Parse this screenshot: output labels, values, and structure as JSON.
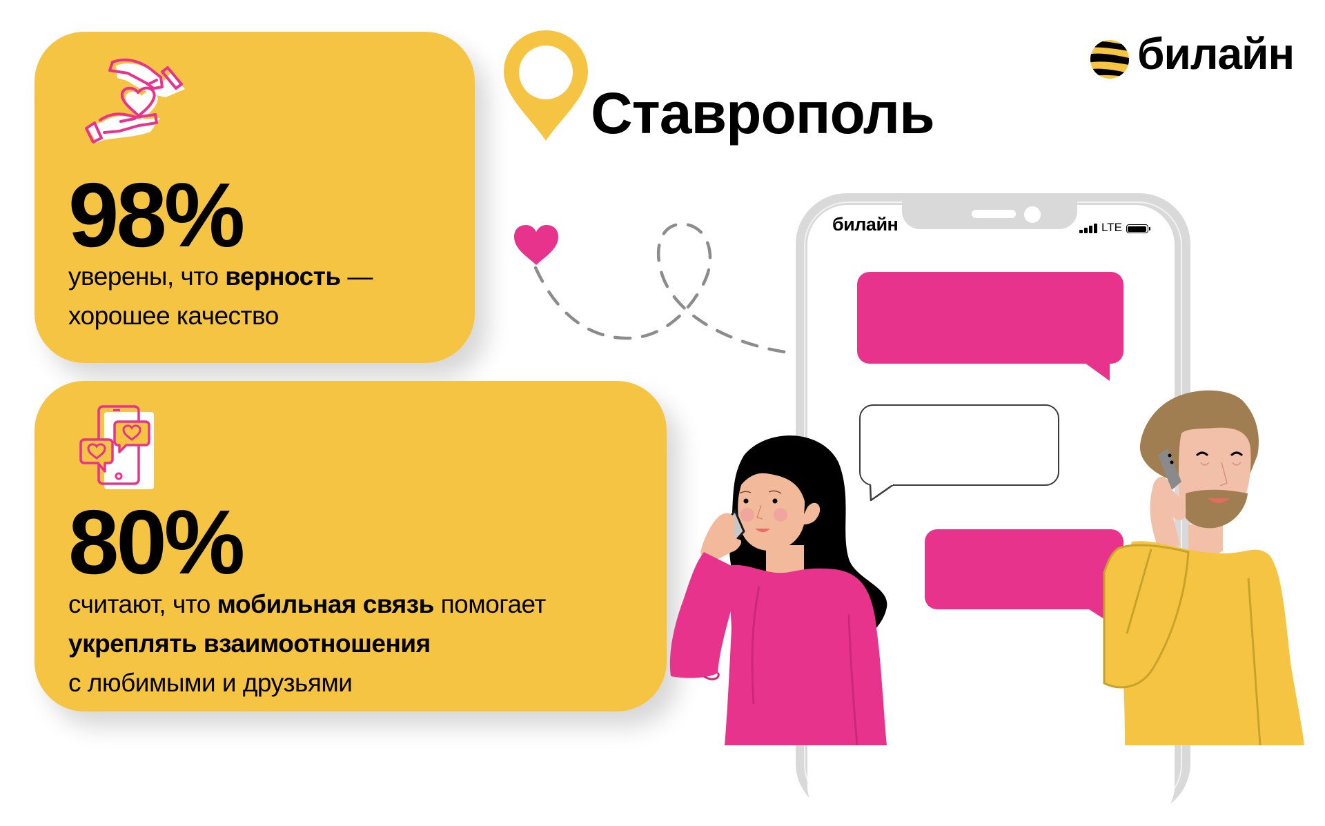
{
  "brand": {
    "logo_text": "билайн",
    "logo_icon": "beeline-striped-ball-icon",
    "colors": {
      "yellow": "#f5c443",
      "pink": "#e8338d",
      "black": "#000000",
      "gray": "#d9d9d9"
    }
  },
  "header": {
    "city": "Ставрополь",
    "pin_icon": "location-pin-icon"
  },
  "stats": [
    {
      "icon": "hands-heart-icon",
      "value": "98%",
      "text_prefix": "уверены, что ",
      "text_bold": "верность",
      "text_suffix": " —",
      "line2": "хорошее качество"
    },
    {
      "icon": "phone-hearts-icon",
      "value": "80%",
      "line1_prefix": "считают, что ",
      "line1_bold": "мобильная связь",
      "line1_suffix": " помогает",
      "line2_bold": "укреплять взаимоотношения",
      "line3": "с любимыми и друзьями"
    }
  ],
  "phone": {
    "carrier": "билайн",
    "network": "LTE",
    "signal_icon": "signal-bars-icon",
    "battery_icon": "battery-icon",
    "messages": [
      {
        "type": "incoming-pink"
      },
      {
        "type": "outgoing-outline"
      },
      {
        "type": "incoming-pink"
      }
    ]
  },
  "decor": {
    "heart_icon": "heart-icon",
    "path": "dashed-loop-path"
  }
}
